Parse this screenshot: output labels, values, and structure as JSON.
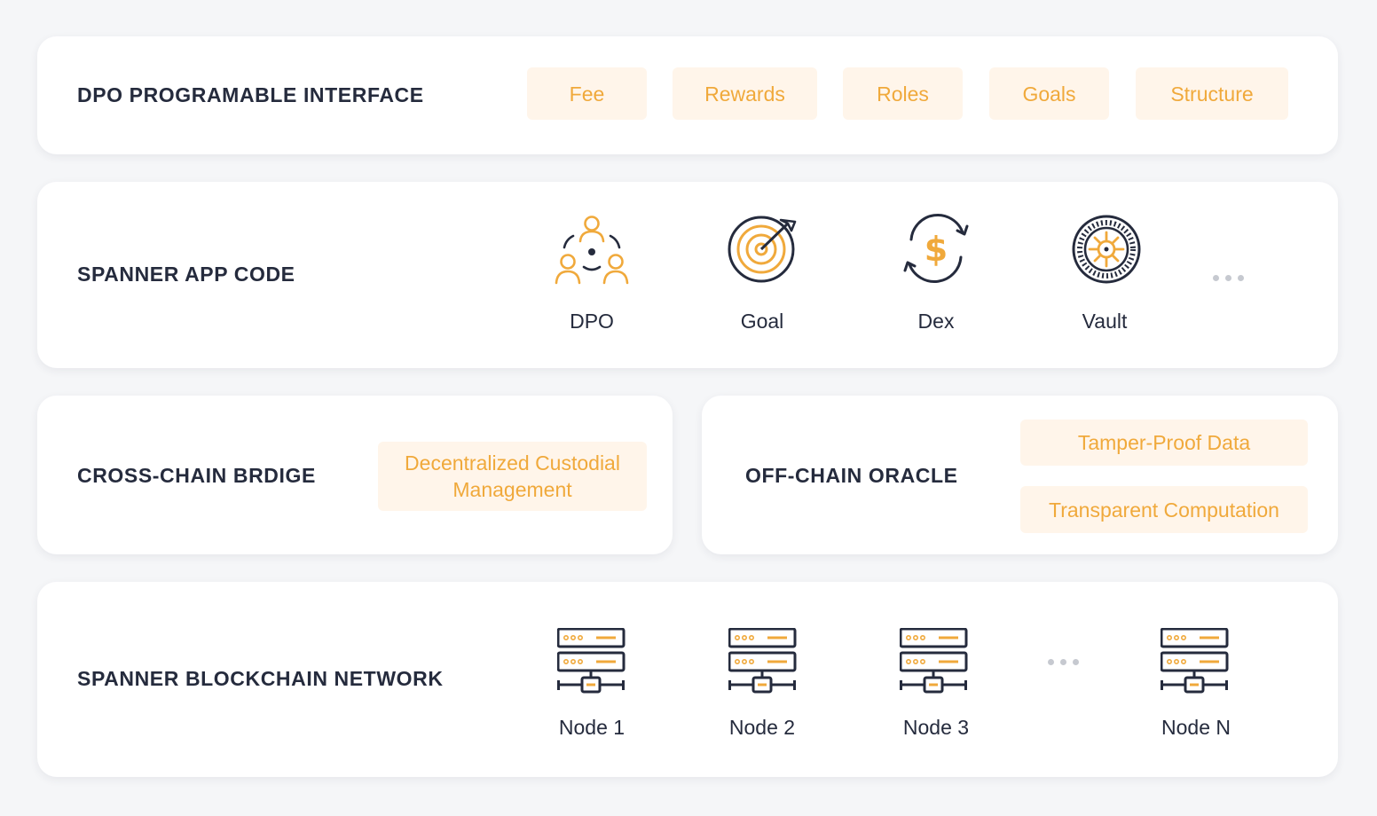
{
  "interface": {
    "title": "DPO PROGRAMABLE INTERFACE",
    "pills": [
      "Fee",
      "Rewards",
      "Roles",
      "Goals",
      "Structure"
    ]
  },
  "app_code": {
    "title": "SPANNER APP CODE",
    "apps": [
      {
        "label": "DPO",
        "icon": "people-group-icon"
      },
      {
        "label": "Goal",
        "icon": "target-arrow-icon"
      },
      {
        "label": "Dex",
        "icon": "dollar-exchange-icon"
      },
      {
        "label": "Vault",
        "icon": "vault-dial-icon"
      }
    ]
  },
  "bridge": {
    "title": "CROSS-CHAIN BRDIGE",
    "pill_line1": "Decentralized Custodial",
    "pill_line2": "Management"
  },
  "oracle": {
    "title": "OFF-CHAIN ORACLE",
    "pills": [
      "Tamper-Proof Data",
      "Transparent Computation"
    ]
  },
  "network": {
    "title": "SPANNER BLOCKCHAIN NETWORK",
    "nodes": [
      "Node 1",
      "Node 2",
      "Node 3",
      "Node N"
    ]
  },
  "colors": {
    "accent": "#f0a93b",
    "pill_background": "#fff5ea",
    "dark": "#252b3d",
    "page_background": "#f5f6f8"
  }
}
